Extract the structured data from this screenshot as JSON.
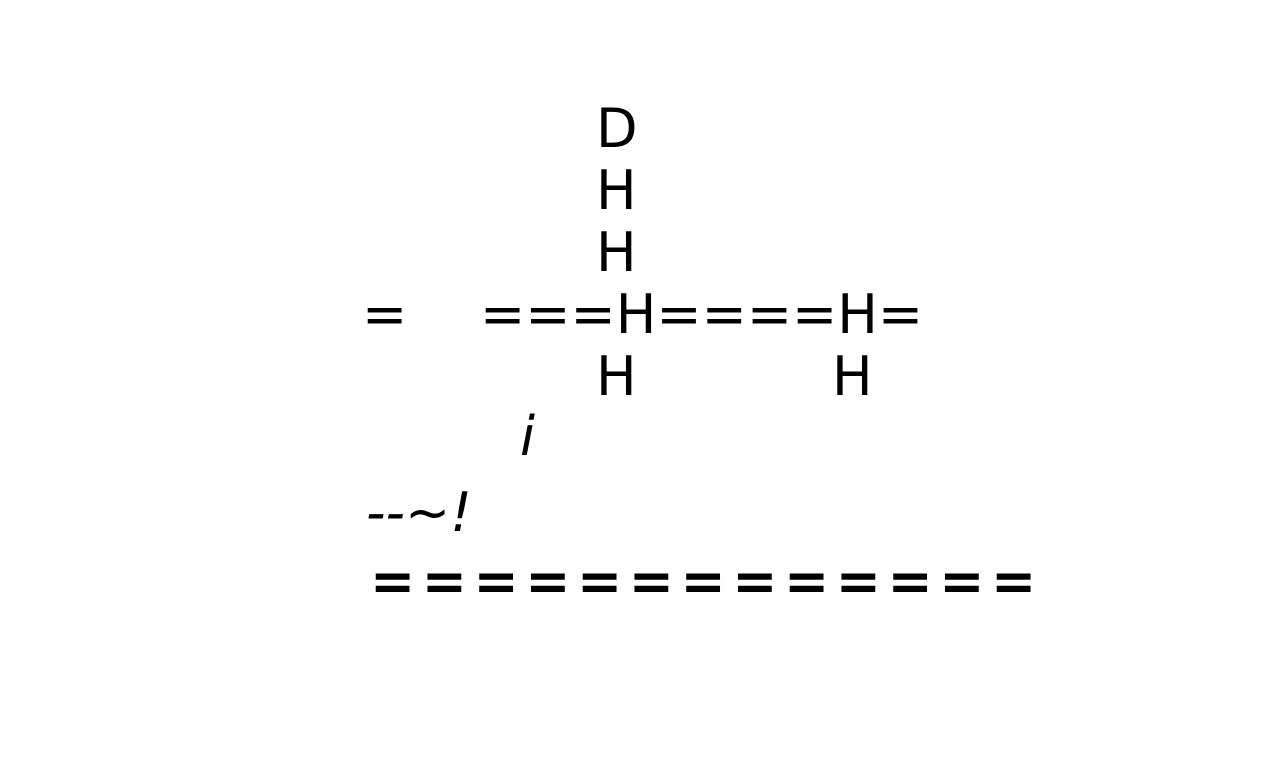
{
  "map": {
    "rows": [
      {
        "tokens": [
          "D"
        ]
      },
      {
        "tokens": [
          "H"
        ]
      },
      {
        "tokens": [
          "H"
        ]
      },
      {
        "tokens": [
          "=",
          "===H===",
          "=H="
        ]
      },
      {
        "tokens": [
          "H",
          "H"
        ]
      },
      {
        "tokens": [
          "i"
        ]
      }
    ]
  },
  "message": {
    "prompt": "--~!"
  },
  "status_bar": {
    "text": "============="
  },
  "colors": {
    "background": "#ffffff",
    "glyph": "#000000"
  }
}
